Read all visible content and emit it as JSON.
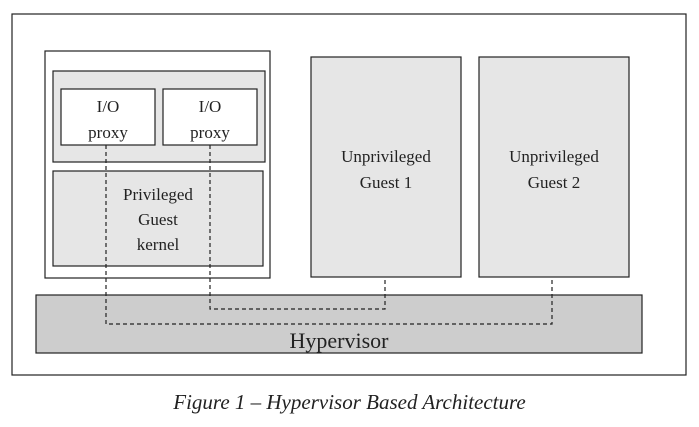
{
  "diagram": {
    "privileged_guest_kernel": {
      "line1": "Privileged",
      "line2": "Guest",
      "line3": "kernel"
    },
    "io_proxy_1": {
      "line1": "I/O",
      "line2": "proxy"
    },
    "io_proxy_2": {
      "line1": "I/O",
      "line2": "proxy"
    },
    "guest_1": {
      "line1": "Unprivileged",
      "line2": "Guest 1"
    },
    "guest_2": {
      "line1": "Unprivileged",
      "line2": "Guest 2"
    },
    "hypervisor": {
      "label": "Hypervisor"
    },
    "colors": {
      "box_fill": "#e6e6e6",
      "hypervisor_fill": "#cdcdcd",
      "stroke": "#222222"
    }
  },
  "caption": "Figure 1 – Hypervisor Based Architecture"
}
